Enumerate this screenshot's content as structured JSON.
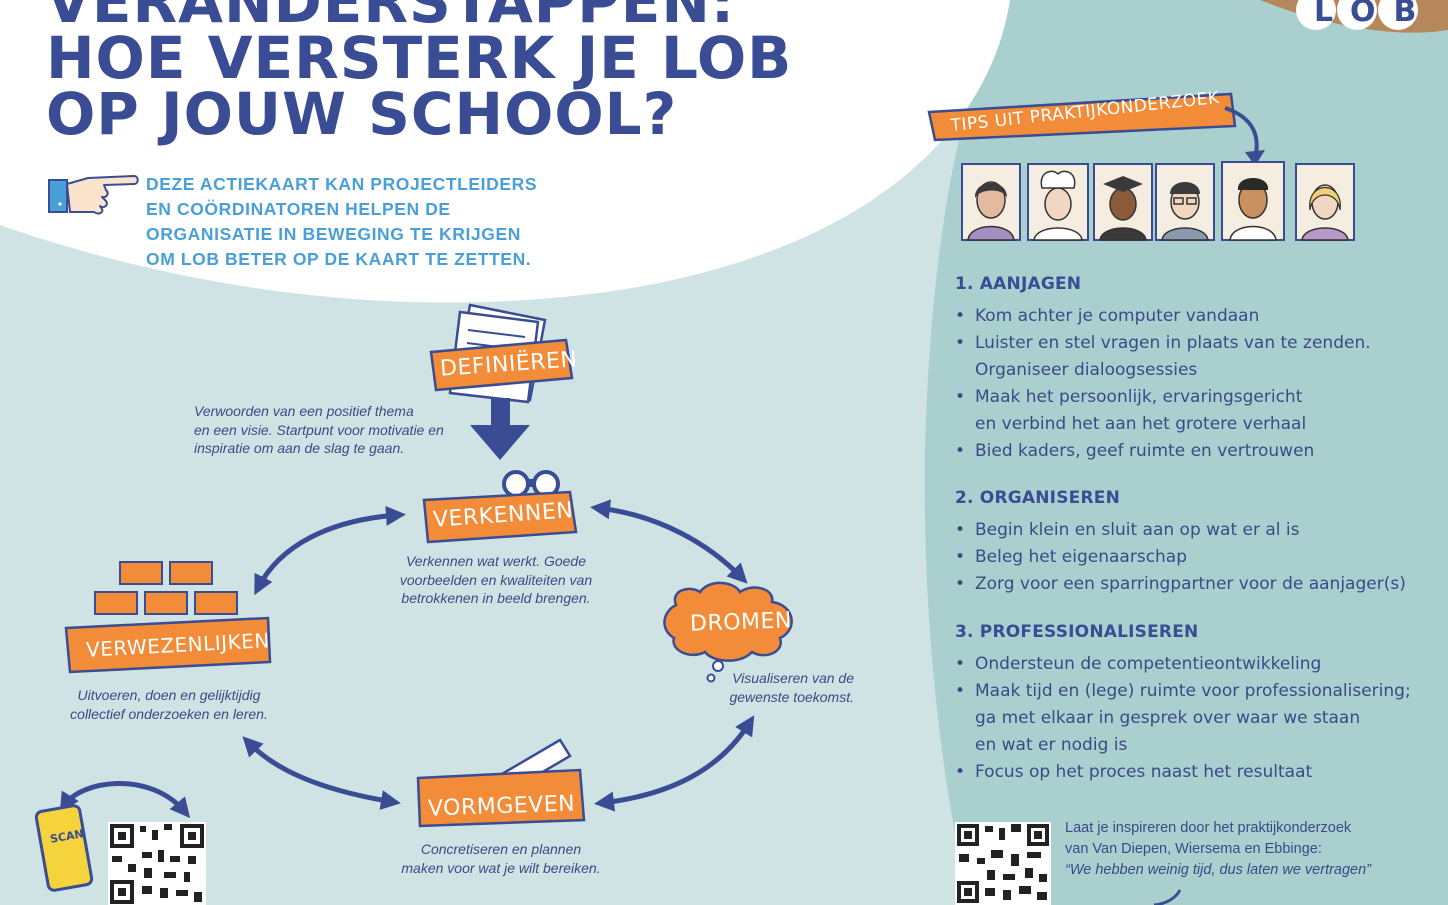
{
  "title": {
    "line1": "VERANDERSTAPPEN:",
    "line2": "HOE VERSTERK JE LOB",
    "line3": "OP JOUW SCHOOL?"
  },
  "intro": {
    "line1": "DEZE ACTIEKAART KAN PROJECTLEIDERS",
    "line2": "EN COÖRDINATOREN HELPEN DE",
    "line3": "ORGANISATIE IN BEWEGING TE KRIJGEN",
    "line4": "OM LOB BETER OP DE KAART TE ZETTEN."
  },
  "logo": {
    "text": "LOB"
  },
  "steps": {
    "definieren": {
      "label": "DEFINIËREN",
      "caption": [
        "Verwoorden van een positief thema",
        "en een visie. Startpunt voor motivatie en",
        "inspiratie om aan de slag te gaan."
      ]
    },
    "verkennen": {
      "label": "VERKENNEN",
      "caption": [
        "Verkennen wat werkt. Goede",
        "voorbeelden en kwaliteiten van",
        "betrokkenen in beeld brengen."
      ]
    },
    "dromen": {
      "label": "DROMEN",
      "caption": [
        "Visualiseren van de",
        "gewenste toekomst."
      ]
    },
    "vormgeven": {
      "label": "VORMGEVEN",
      "caption": [
        "Concretiseren en plannen",
        "maken voor wat je wilt bereiken."
      ]
    },
    "verwezenlijken": {
      "label": "VERWEZENLIJKEN",
      "caption": [
        "Uitvoeren, doen en gelijktijdig",
        "collectief onderzoeken en leren."
      ]
    }
  },
  "scan_label": "SCAN",
  "tips_banner": "TIPS UIT PRAKTIJKONDERZOEK",
  "sections": [
    {
      "heading": "1. AANJAGEN",
      "items": [
        "Kom achter je computer vandaan",
        "Luister en stel vragen in plaats van te zenden.\nOrganiseer dialoogsessies",
        "Maak het persoonlijk, ervaringsgericht\nen verbind het aan het grotere verhaal",
        "Bied kaders, geef ruimte en vertrouwen"
      ]
    },
    {
      "heading": "2. ORGANISEREN",
      "items": [
        "Begin klein en sluit aan op wat er al is",
        "Beleg het eigenaarschap",
        "Zorg voor een sparringpartner voor de aanjager(s)"
      ]
    },
    {
      "heading": "3. PROFESSIONALISEREN",
      "items": [
        "Ondersteun de competentieontwikkeling",
        "Maak tijd en (lege) ruimte voor professionalisering;\nga met elkaar in gesprek over waar we staan\nen wat er nodig is",
        "Focus op het proces naast het resultaat"
      ]
    }
  ],
  "footer_note": {
    "line1": "Laat je inspireren door het praktijkonderzoek",
    "line2": "van Van Diepen, Wiersema en Ebbinge:",
    "line3": "“We hebben weinig tijd, dus laten we vertragen”"
  },
  "colors": {
    "navy": "#3a4c93",
    "orange": "#f28c38",
    "light_teal": "#cfe3e4",
    "mid_teal": "#a9d0cf",
    "intro_blue": "#4a9fd8",
    "brown": "#b5875a"
  },
  "icons": [
    "pointing-hand-icon",
    "document-stack-icon",
    "binoculars-icon",
    "brick-wall-icon",
    "thought-cloud-icon",
    "pencil-icon",
    "phone-scan-icon",
    "qr-code-icon",
    "portrait-icon"
  ]
}
